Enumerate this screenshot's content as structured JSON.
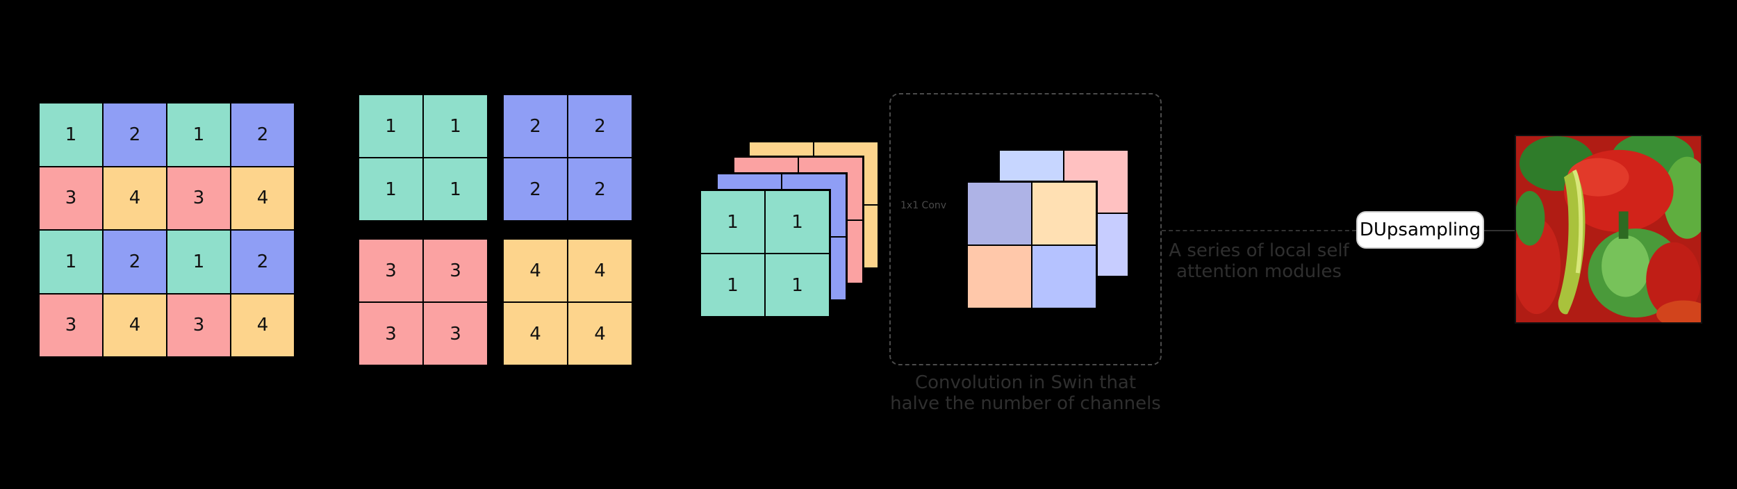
{
  "colors": {
    "c1": "#8fdfcb",
    "c2": "#8f9ef5",
    "c3": "#fba2a2",
    "c4": "#fdd48c",
    "out_back_tl": "#c7d6ff",
    "out_back_tr": "#ffc1c1",
    "out_back_br": "#c7cdff",
    "out_front_tl": "#aeb3e6",
    "out_front_tr": "#ffe0b3",
    "out_front_bl": "#ffc8aa",
    "out_front_br": "#b5c2ff"
  },
  "input_grid": {
    "values": [
      [
        "1",
        "2",
        "1",
        "2"
      ],
      [
        "3",
        "4",
        "3",
        "4"
      ],
      [
        "1",
        "2",
        "1",
        "2"
      ],
      [
        "3",
        "4",
        "3",
        "4"
      ]
    ]
  },
  "split_groups": [
    {
      "value": "1",
      "cells": [
        "1",
        "1",
        "1",
        "1"
      ]
    },
    {
      "value": "2",
      "cells": [
        "2",
        "2",
        "2",
        "2"
      ]
    },
    {
      "value": "3",
      "cells": [
        "3",
        "3",
        "3",
        "3"
      ]
    },
    {
      "value": "4",
      "cells": [
        "4",
        "4",
        "4",
        "4"
      ]
    }
  ],
  "stacked_front": {
    "cells": [
      "1",
      "1",
      "1",
      "1"
    ]
  },
  "conv_label": "1x1 Conv",
  "conv_caption": "Convolution in Swin that halve the number of channels",
  "attention_caption": "A series of local self attention modules",
  "dupsampling_label": "DUpsampling",
  "output_image": "peppers-image"
}
